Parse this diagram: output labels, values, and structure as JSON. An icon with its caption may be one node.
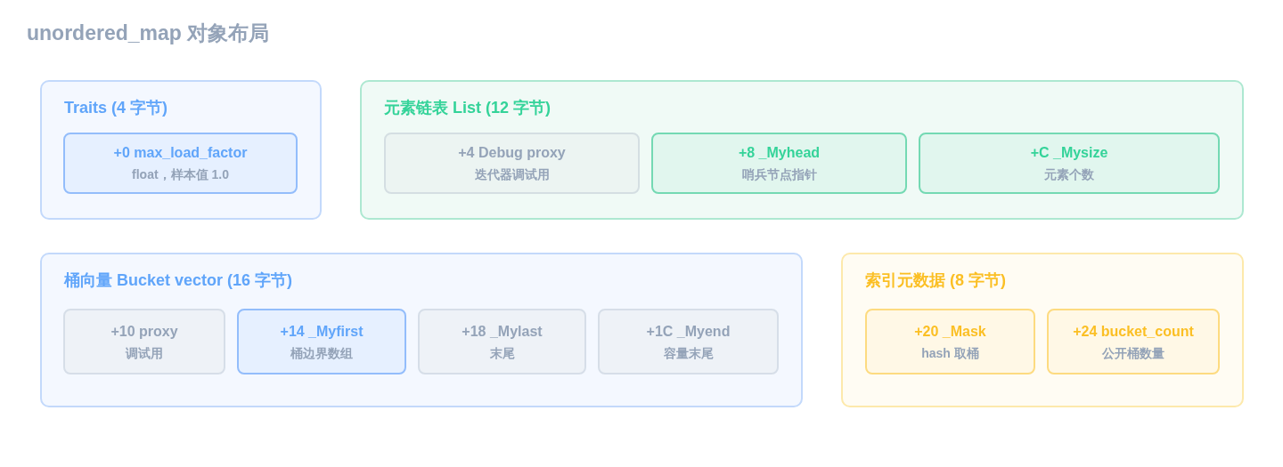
{
  "diagram": {
    "title": "unordered_map 对象布局",
    "nodes": [
      {
        "text": [
          "Traits (4 字节)"
        ]
      },
      {
        "text": [
          "+0 max_load_factor",
          "float，样本值 1.0"
        ],
        "in": 0
      },
      {
        "text": [
          "元素链表 List (12 字节)"
        ]
      },
      {
        "text": [
          "+4 Debug proxy",
          "迭代器调试用"
        ],
        "in": 2
      },
      {
        "text": [
          "+8 _Myhead",
          "哨兵节点指针"
        ],
        "in": 2
      },
      {
        "text": [
          "+C _Mysize",
          "元素个数"
        ],
        "in": 2
      },
      {
        "text": [
          "桶向量 Bucket vector (16 字节)"
        ]
      },
      {
        "text": [
          "+10 proxy",
          "调试用"
        ],
        "in": 6
      },
      {
        "text": [
          "+14 _Myfirst",
          "桶边界数组"
        ],
        "in": 6
      },
      {
        "text": [
          "+18 _Mylast",
          "末尾"
        ],
        "in": 6
      },
      {
        "text": [
          "+1C _Myend",
          "容量末尾"
        ],
        "in": 6
      },
      {
        "text": [
          "索引元数据 (8 字节)"
        ]
      },
      {
        "text": [
          "+20 _Mask",
          "hash 取桶"
        ],
        "in": 11
      },
      {
        "text": [
          "+24 bucket_count",
          "公开桶数量"
        ],
        "in": 11
      }
    ]
  }
}
